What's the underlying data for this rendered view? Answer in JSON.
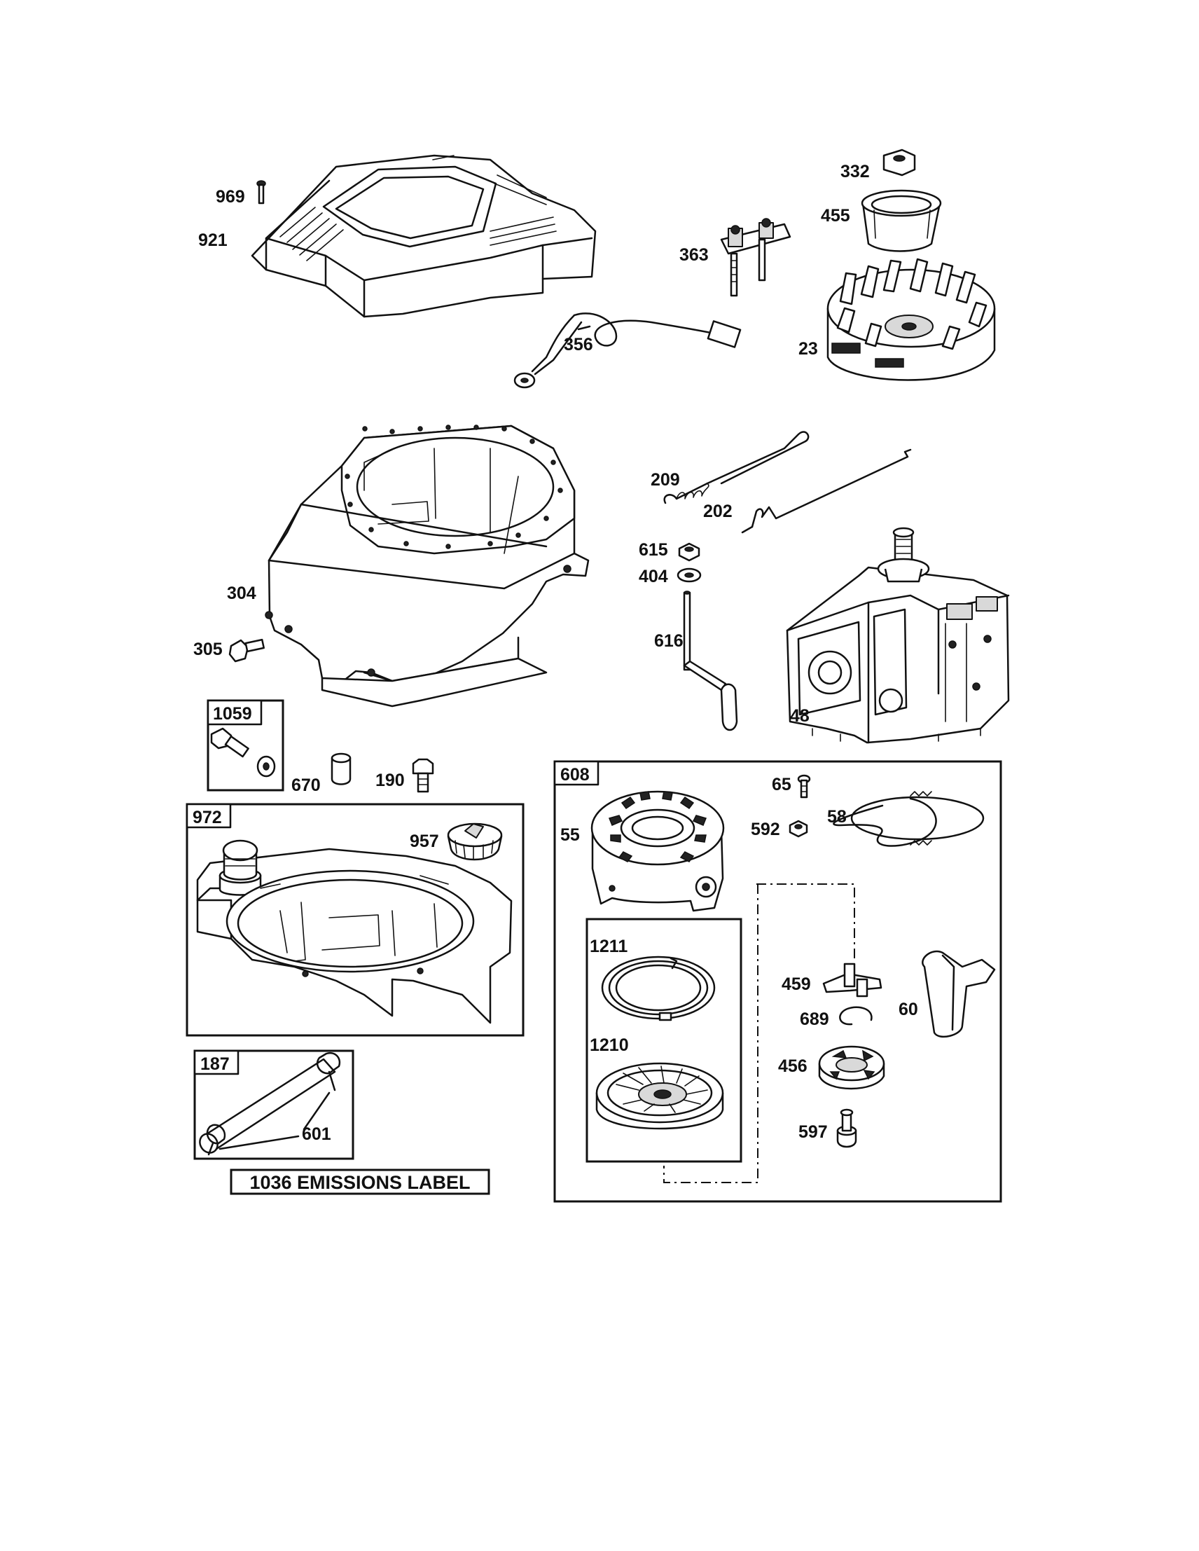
{
  "labels": {
    "p969": "969",
    "p921": "921",
    "p332": "332",
    "p455": "455",
    "p363": "363",
    "p23": "23",
    "p356": "356",
    "p209": "209",
    "p202": "202",
    "p615": "615",
    "p404": "404",
    "p616": "616",
    "p304": "304",
    "p305": "305",
    "p48": "48",
    "p670": "670",
    "p190": "190",
    "p957": "957",
    "p601": "601",
    "p65": "65",
    "p58": "58",
    "p592": "592",
    "p55": "55",
    "p1211": "1211",
    "p1210": "1210",
    "p459": "459",
    "p689": "689",
    "p60": "60",
    "p456": "456",
    "p597": "597"
  },
  "boxes": {
    "b1059": "1059",
    "b972": "972",
    "b187": "187",
    "b608": "608"
  },
  "emissions_label": "1036 EMISSIONS LABEL"
}
